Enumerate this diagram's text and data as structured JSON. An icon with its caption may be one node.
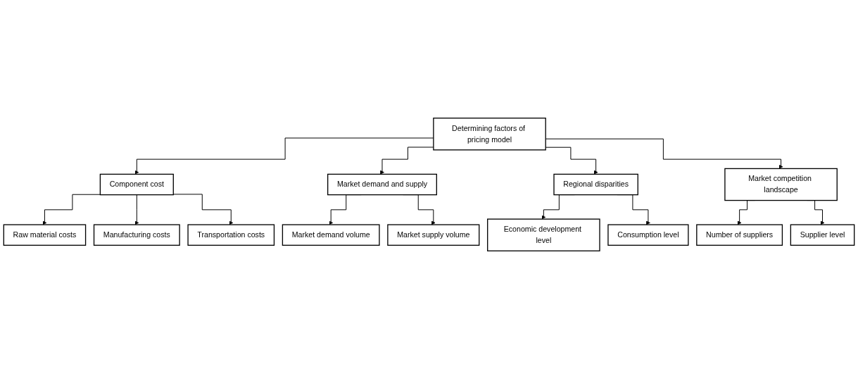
{
  "diagram": {
    "nodes": [
      {
        "text": [
          "Determining factors of pricing model"
        ]
      },
      {
        "text": [
          "Component cost"
        ]
      },
      {
        "text": [
          "Market demand and supply"
        ]
      },
      {
        "text": [
          "Regional disparities"
        ]
      },
      {
        "text": [
          "Market competition landscape"
        ]
      },
      {
        "text": [
          "Raw material costs"
        ]
      },
      {
        "text": [
          "Manufacturing costs"
        ]
      },
      {
        "text": [
          "Transportation costs"
        ]
      },
      {
        "text": [
          "Market demand volume"
        ]
      },
      {
        "text": [
          "Market supply volume"
        ]
      },
      {
        "text": [
          "Economic development level"
        ]
      },
      {
        "text": [
          "Consumption level"
        ]
      },
      {
        "text": [
          "Number of suppliers"
        ]
      },
      {
        "text": [
          "Supplier level"
        ]
      }
    ],
    "edges": [
      {
        "from": 0,
        "to": 1,
        "arrow": "to"
      },
      {
        "from": 0,
        "to": 2,
        "arrow": "to"
      },
      {
        "from": 0,
        "to": 3,
        "arrow": "to"
      },
      {
        "from": 0,
        "to": 4,
        "arrow": "to"
      },
      {
        "from": 1,
        "to": 5,
        "arrow": "to"
      },
      {
        "from": 1,
        "to": 6,
        "arrow": "to"
      },
      {
        "from": 1,
        "to": 7,
        "arrow": "to"
      },
      {
        "from": 2,
        "to": 8,
        "arrow": "to"
      },
      {
        "from": 2,
        "to": 9,
        "arrow": "to"
      },
      {
        "from": 3,
        "to": 10,
        "arrow": "to"
      },
      {
        "from": 3,
        "to": 11,
        "arrow": "to"
      },
      {
        "from": 4,
        "to": 12,
        "arrow": "to"
      },
      {
        "from": 4,
        "to": 13,
        "arrow": "to"
      }
    ]
  }
}
